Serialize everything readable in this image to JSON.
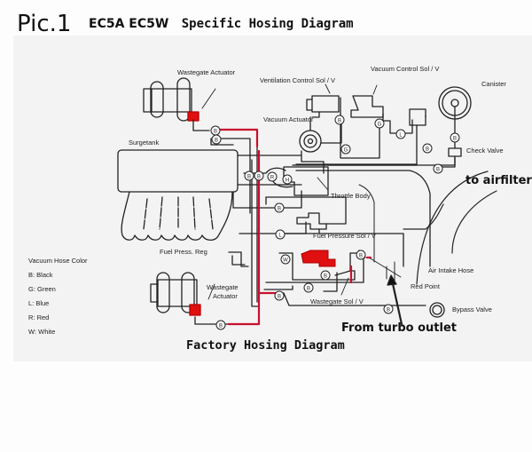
{
  "header": {
    "pic_label": "Pic.1",
    "models": "EC5A  EC5W",
    "subtitle": "Specific Hosing Diagram"
  },
  "components": {
    "wastegate_actuator_top": "Wastegate Actuator",
    "ventilation_control": "Ventilation Control Sol / V",
    "vacuum_control": "Vacuum Control Sol / V",
    "canister": "Canister",
    "vacuum_actuator": "Vacuum Actuator",
    "surgetank": "Surgetank",
    "check_valve": "Check Valve",
    "throttle_body": "Throttle Body",
    "fuel_pressure_sol": "Fuel Pressure Sol / V",
    "fuel_press_reg": "Fuel Press. Reg",
    "wastegate_actuator_bottom_1": "Wastegate",
    "wastegate_actuator_bottom_2": "Actuator",
    "air_intake_hose": "Air Intake Hose",
    "red_point": "Red Point",
    "wastegate_sol": "Wastegate Sol / V",
    "bypass_valve": "Bypass Valve"
  },
  "annotations": {
    "to_airfilter": "to airfilter",
    "from_turbo": "From turbo outlet",
    "footer": "Factory Hosing Diagram"
  },
  "legend": {
    "title": "Vacuum Hose Color",
    "items": [
      {
        "code": "B",
        "label": "B: Black"
      },
      {
        "code": "G",
        "label": "G: Green"
      },
      {
        "code": "L",
        "label": "L: Blue"
      },
      {
        "code": "R",
        "label": "R: Red"
      },
      {
        "code": "W",
        "label": "W: White"
      }
    ]
  },
  "hose_markers": {
    "m1": "B",
    "m2": "B",
    "m3": "B",
    "m4": "B",
    "m5": "R",
    "m6": "H",
    "m7": "B",
    "m8": "G",
    "m9": "G",
    "m10": "L",
    "m11": "B",
    "m12": "B",
    "m13": "B",
    "m14": "B",
    "m15": "L",
    "m16": "W",
    "m17": "B",
    "m18": "B",
    "m19": "B",
    "m20": "B",
    "m21": "B",
    "m22": "B"
  },
  "colors": {
    "hose_red": "#c8102e",
    "component_red": "#e01010",
    "line": "#222222",
    "panel_bg": "#f4f3f3"
  }
}
